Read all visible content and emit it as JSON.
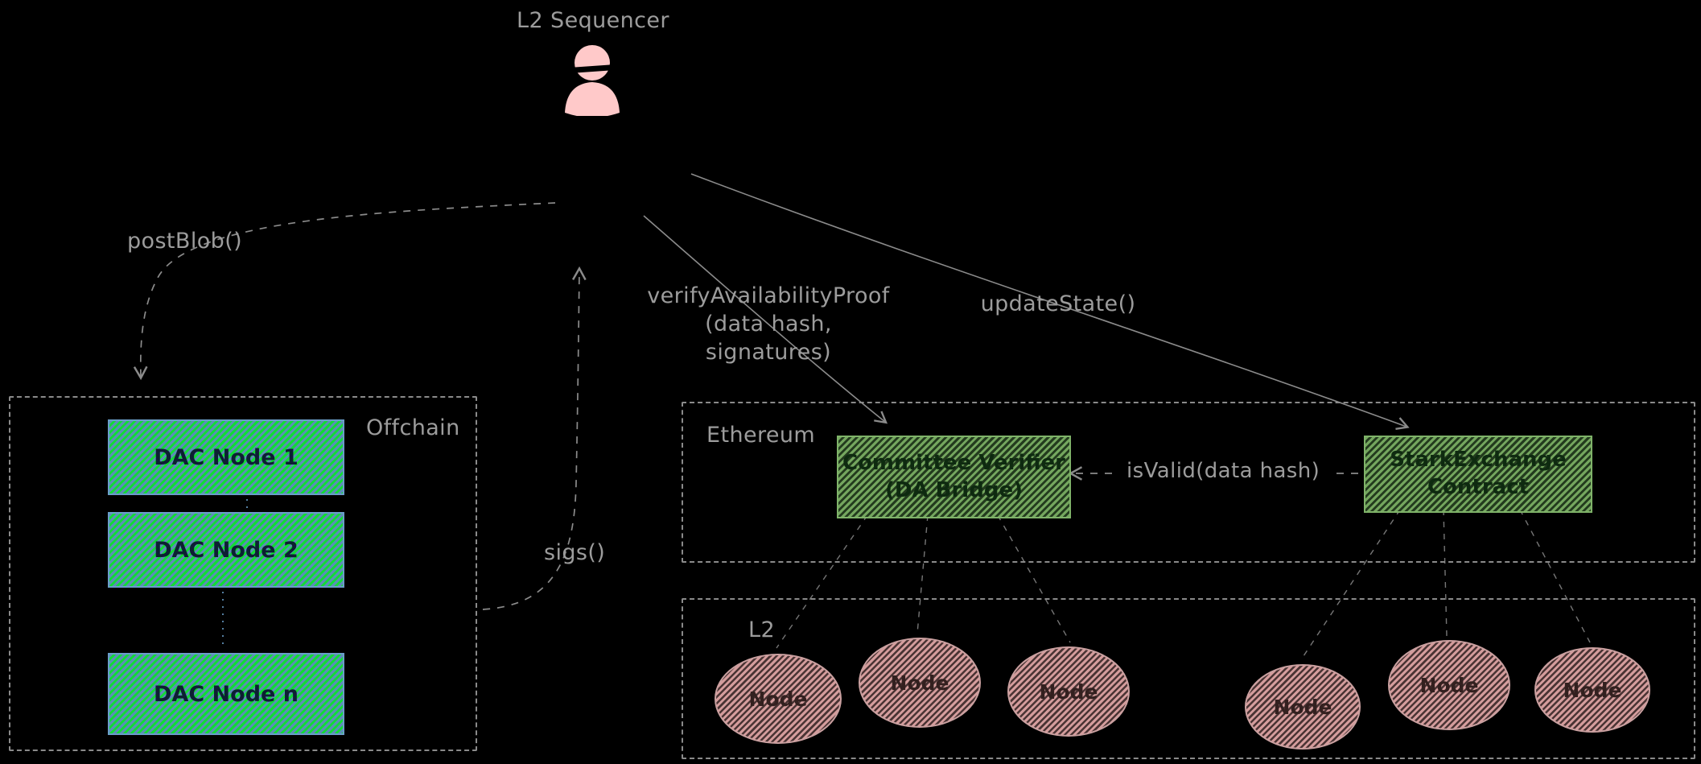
{
  "colors": {
    "bg": "#000000",
    "label": "#9c9c9c",
    "line": "#8b8b8b",
    "container_border": "#8a8a8a",
    "blue_stroke": "#6a9ec9",
    "blue_fill": "#5d8cb8",
    "blue_dim": "#1d3платфор4b",
    "blue_text": "#0d1f33",
    "green_stroke": "#7fb369",
    "green_fill": "#74a65e",
    "green_dim": "#233b1e",
    "green_text": "#0e2a10",
    "pink_stroke": "#caa0a0",
    "pink_fill": "#d49c9c",
    "pink_dim": "#4a3434",
    "pink_text": "#33201f",
    "person": "#ffc9c9"
  },
  "sequencer": {
    "label": "L2 Sequencer"
  },
  "labels": {
    "post_blob": "postBlob()",
    "sigs": "sigs()",
    "verify_line1": "verifyAvailabilityProof",
    "verify_line2": "(data hash,",
    "verify_line3": "signatures)",
    "update_state": "updateState()",
    "is_valid": "isValid(data hash)"
  },
  "offchain": {
    "label": "Offchain",
    "dac_nodes": [
      {
        "label": "DAC Node 1"
      },
      {
        "label": "DAC Node 2"
      },
      {
        "label": "DAC Node n"
      }
    ]
  },
  "ethereum": {
    "label": "Ethereum",
    "contracts": [
      {
        "line1": "Committee Verifier",
        "line2": "(DA Bridge)"
      },
      {
        "line1": "StarkExchange",
        "line2": "Contract"
      }
    ]
  },
  "l2": {
    "label": "L2",
    "nodes": [
      {
        "label": "Node"
      },
      {
        "label": "Node"
      },
      {
        "label": "Node"
      },
      {
        "label": "Node"
      },
      {
        "label": "Node"
      },
      {
        "label": "Node"
      }
    ]
  }
}
